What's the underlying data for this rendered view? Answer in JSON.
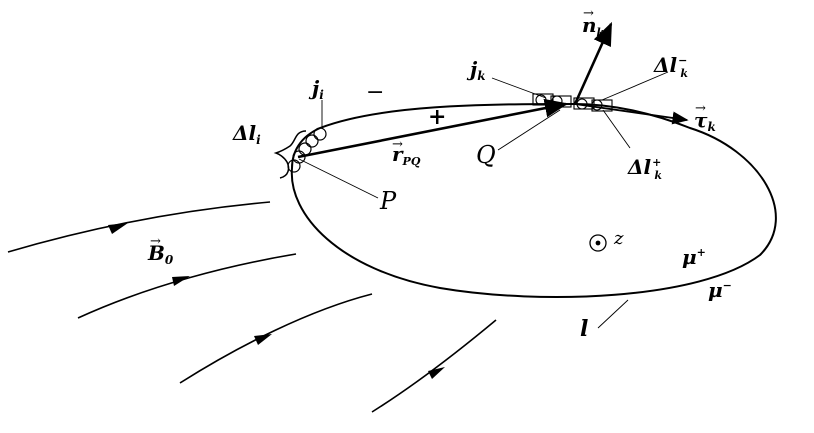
{
  "labels": {
    "n_k": {
      "arrow": "→",
      "main": "n",
      "sub": "k"
    },
    "j_k": {
      "main": "j",
      "sub": "k"
    },
    "dl_k_minus": {
      "prefix": "Δ",
      "main": "l",
      "sub": "k",
      "sup": "−"
    },
    "tau_k": {
      "arrow": "→",
      "main": "τ",
      "sub": "k"
    },
    "dl_k_plus": {
      "prefix": "Δ",
      "main": "l",
      "sub": "k",
      "sup": "+"
    },
    "j_i": {
      "main": "j",
      "sub": "i"
    },
    "minus_side": "−",
    "plus_side": "+",
    "dl_i": {
      "prefix": "Δ",
      "main": "l",
      "sub": "i"
    },
    "r_pq": {
      "arrow": "→",
      "main": "r",
      "sub": "PQ"
    },
    "Q": "Q",
    "P": "P",
    "B0": {
      "arrow": "→",
      "main": "B",
      "sub": "0"
    },
    "z": "z",
    "mu_plus": {
      "main": "μ",
      "sup": "+"
    },
    "mu_minus": {
      "main": "μ",
      "sup": "−"
    },
    "l": "l"
  },
  "colors": {
    "stroke": "#000000",
    "background": "#ffffff"
  }
}
